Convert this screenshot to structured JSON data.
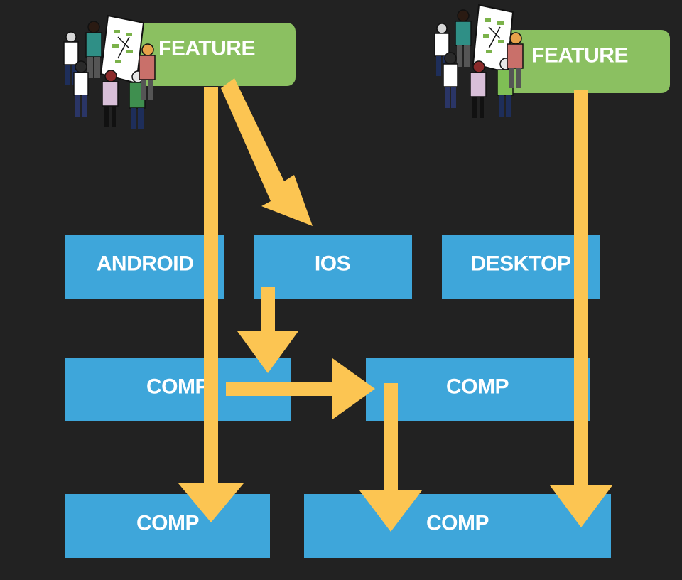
{
  "colors": {
    "background": "#222222",
    "feature_box": "#8bc061",
    "component_box": "#3ea6da",
    "arrow": "#fcc552",
    "label": "#ffffff"
  },
  "features": [
    {
      "label": "FEATURE",
      "icon": "team-with-whiteboard-icon"
    },
    {
      "label": "FEATURE",
      "icon": "team-with-whiteboard-icon"
    }
  ],
  "platforms": [
    {
      "label": "ANDROID"
    },
    {
      "label": "IOS"
    },
    {
      "label": "DESKTOP"
    }
  ],
  "components": [
    {
      "label": "COMP"
    },
    {
      "label": "COMP"
    },
    {
      "label": "COMP"
    },
    {
      "label": "COMP"
    }
  ]
}
